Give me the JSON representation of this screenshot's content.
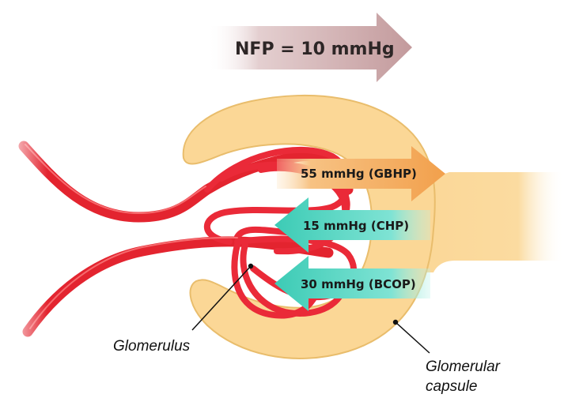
{
  "nfp": {
    "label": "NFP = 10 mmHg",
    "color": "#c9a4a6"
  },
  "pressures": {
    "gbhp": {
      "label": "55 mmHg (GBHP)",
      "color": "#f2ab5a"
    },
    "chp": {
      "label": "15 mmHg (CHP)",
      "color": "#4fd6c2"
    },
    "bcop": {
      "label": "30 mmHg (BCOP)",
      "color": "#4fd6c2"
    }
  },
  "labels": {
    "glomerulus": "Glomerulus",
    "capsule_line1": "Glomerular",
    "capsule_line2": "capsule"
  },
  "colors": {
    "capsule_fill": "#fbd796",
    "capsule_stroke": "#e2b461",
    "vessel": "#ea2a38",
    "vessel_highlight": "#ff8a8a"
  }
}
